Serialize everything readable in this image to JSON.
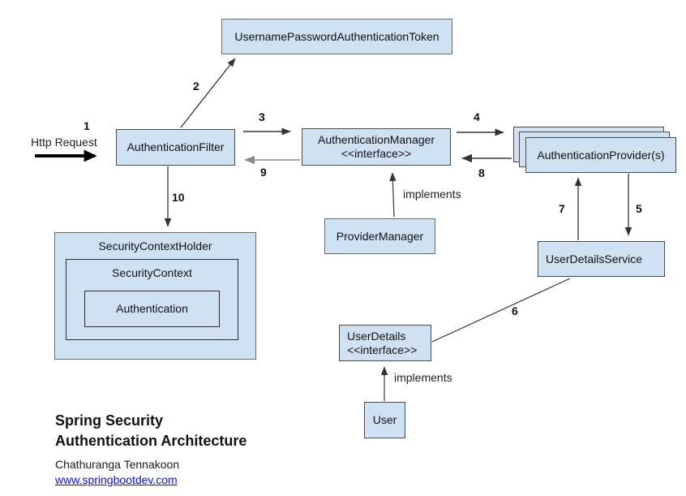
{
  "diagram": {
    "colors": {
      "box_fill": "#cfe2f3",
      "box_border": "#4a4a4a",
      "line": "#333333",
      "line_gray": "#8a8a8a",
      "link_blue": "#0b0bee"
    },
    "nodes": {
      "token": {
        "label": "UsernamePasswordAuthenticationToken"
      },
      "filter": {
        "label": "AuthenticationFilter"
      },
      "manager": {
        "label": "AuthenticationManager",
        "stereotype": "<<interface>>"
      },
      "providers": {
        "label": "AuthenticationProvider(s)"
      },
      "provider_manager": {
        "label": "ProviderManager"
      },
      "user_details_service": {
        "label": "UserDetailsService"
      },
      "security_context_holder": {
        "label": "SecurityContextHolder"
      },
      "security_context": {
        "label": "SecurityContext"
      },
      "authentication": {
        "label": "Authentication"
      },
      "user_details": {
        "label": "UserDetails",
        "stereotype": "<<interface>>"
      },
      "user": {
        "label": "User"
      }
    },
    "edge_labels": {
      "n1": "1",
      "n2": "2",
      "n3": "3",
      "n4": "4",
      "n5": "5",
      "n6": "6",
      "n7": "7",
      "n8": "8",
      "n9": "9",
      "n10": "10",
      "http_request": "Http Request",
      "implements_manager": "implements",
      "implements_user": "implements"
    }
  },
  "footer": {
    "title_line1": "Spring Security",
    "title_line2": "Authentication Architecture",
    "author": "Chathuranga Tennakoon",
    "website": "www.springbootdev.com"
  }
}
